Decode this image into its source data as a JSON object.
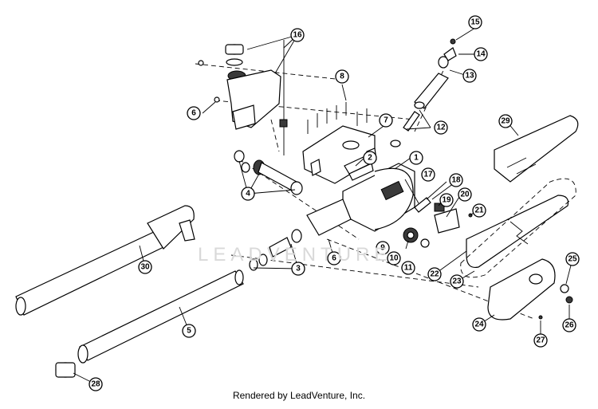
{
  "watermark": "LEADVENTURE",
  "footer": "Rendered by LeadVenture, Inc.",
  "callouts": [
    "1",
    "2",
    "3",
    "4",
    "5",
    "6",
    "6",
    "7",
    "8",
    "9",
    "10",
    "11",
    "12",
    "13",
    "14",
    "15",
    "16",
    "17",
    "18",
    "19",
    "20",
    "21",
    "22",
    "23",
    "24",
    "25",
    "26",
    "27",
    "28",
    "29",
    "30"
  ]
}
